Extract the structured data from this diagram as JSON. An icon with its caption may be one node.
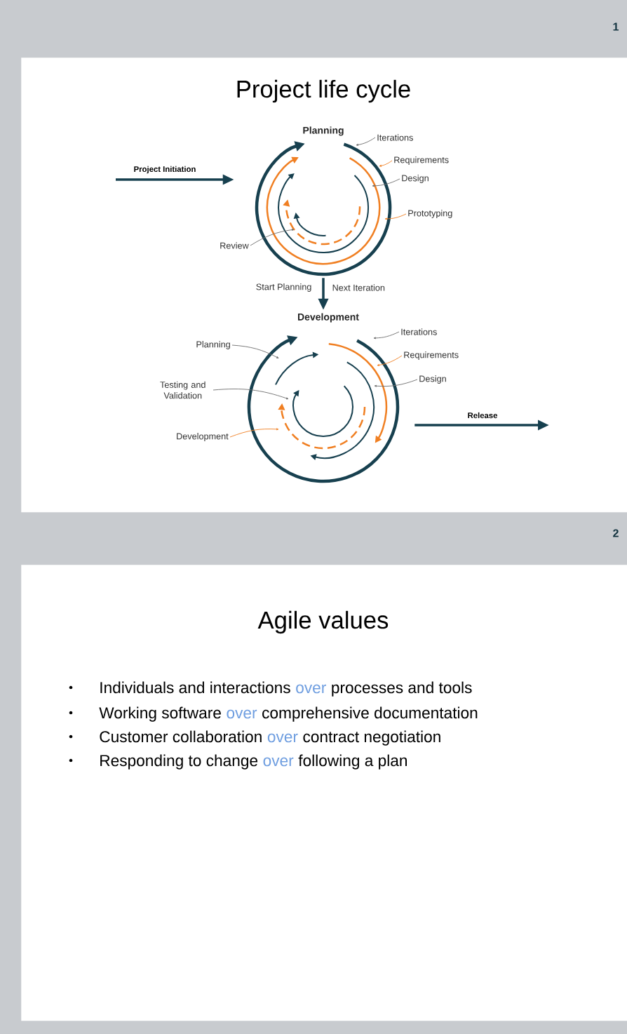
{
  "diagram": {
    "nodes": [
      {
        "text": [
          "Project life cycle"
        ],
        "beside": [
          "1"
        ]
      },
      {
        "text": [
          "Planning"
        ],
        "in": 0
      },
      {
        "text": [
          "Iterations"
        ],
        "in": 0
      },
      {
        "text": [
          "Requirements"
        ],
        "in": 0
      },
      {
        "text": [
          "Design"
        ],
        "in": 0
      },
      {
        "text": [
          "Prototyping"
        ],
        "in": 0
      },
      {
        "text": [
          "Review"
        ],
        "in": 0
      },
      {
        "text": [
          "Development"
        ],
        "in": 0
      },
      {
        "text": [
          "Iterations"
        ],
        "in": 0
      },
      {
        "text": [
          "Requirements"
        ],
        "in": 0
      },
      {
        "text": [
          "Design"
        ],
        "in": 0
      },
      {
        "text": [
          "Planning"
        ],
        "in": 0
      },
      {
        "text": [
          "Testing and Validation"
        ],
        "in": 0
      },
      {
        "text": [
          "Development"
        ],
        "in": 0
      },
      {
        "text": [
          "Agile values"
        ],
        "beside": [
          "2"
        ]
      }
    ],
    "edges": [
      {
        "from": null,
        "to": 1,
        "arrow": "to",
        "label": "Project Initiation",
        "style": "thick",
        "color": "#17404f"
      },
      {
        "from": 1,
        "to": 7,
        "arrow": "to",
        "style": "thick",
        "color": "#17404f"
      },
      {
        "from": 7,
        "to": null,
        "arrow": "to",
        "label": "Release",
        "style": "thick",
        "color": "#17404f"
      },
      {
        "from": 2,
        "to": 1,
        "arrow": "to"
      },
      {
        "from": 3,
        "to": 1,
        "arrow": "to",
        "color": "#f07f22"
      },
      {
        "from": 4,
        "to": 1,
        "arrow": "to"
      },
      {
        "from": 5,
        "to": 1,
        "arrow": "to",
        "color": "#f07f22"
      },
      {
        "from": 6,
        "to": 1,
        "arrow": "to"
      },
      {
        "from": 8,
        "to": 7,
        "arrow": "to"
      },
      {
        "from": 9,
        "to": 7,
        "arrow": "to",
        "color": "#f07f22"
      },
      {
        "from": 10,
        "to": 7,
        "arrow": "to"
      },
      {
        "from": 11,
        "to": 7,
        "arrow": "to"
      },
      {
        "from": 12,
        "to": 7,
        "arrow": "to"
      },
      {
        "from": 13,
        "to": 7,
        "arrow": "to",
        "color": "#f07f22"
      }
    ],
    "labels": [
      "Start Planning",
      "Next Iteration",
      "Individuals and interactions",
      "over",
      "processes and tools",
      "Working software",
      "over",
      "comprehensive documentation",
      "Customer collaboration",
      "over",
      "contract negotiation",
      "Responding to change",
      "over",
      "following a plan"
    ]
  }
}
